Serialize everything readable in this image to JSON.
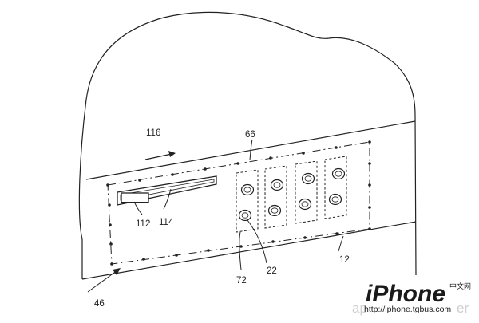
{
  "labels": {
    "l116": "116",
    "l66": "66",
    "l112": "112",
    "l114": "114",
    "l22": "22",
    "l72": "72",
    "l12": "12",
    "l46": "46"
  },
  "watermark": {
    "brand": "iPhone",
    "tag": "中文网",
    "url": "http://iphone.tgbus.com",
    "ghost_left": "ap",
    "ghost_right": "er"
  },
  "colors": {
    "line": "#222222",
    "watermark_dark": "#1a1a1a",
    "watermark_light": "#cfcfcf"
  }
}
